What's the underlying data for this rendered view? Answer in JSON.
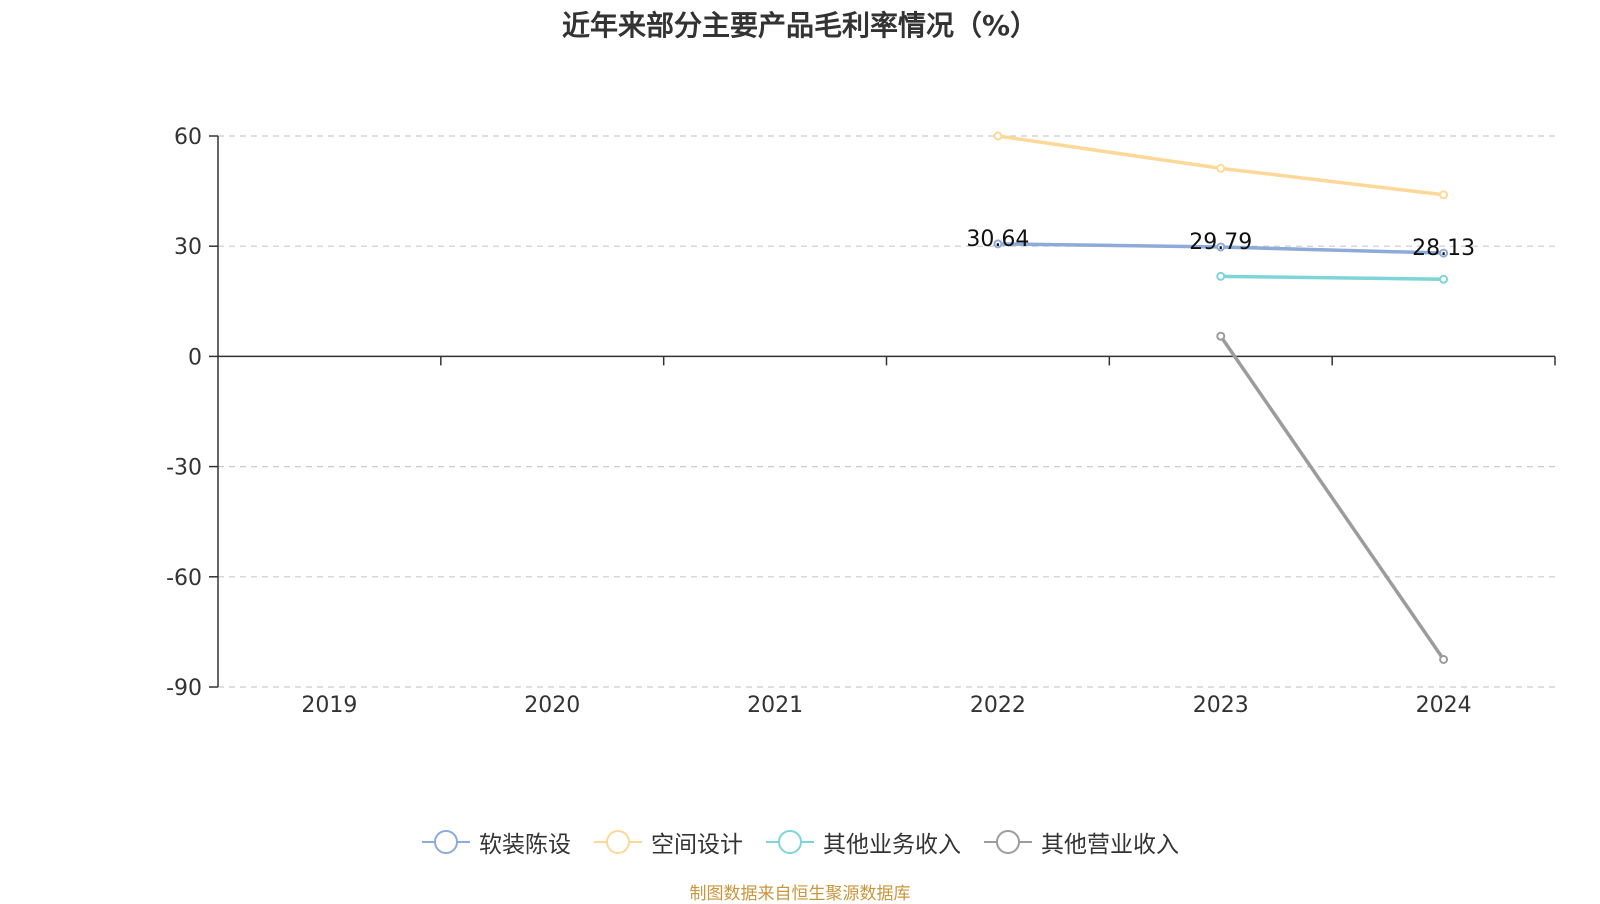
{
  "chart_data": {
    "type": "line",
    "title": "近年来部分主要产品毛利率情况（%）",
    "categories": [
      "2019",
      "2020",
      "2021",
      "2022",
      "2023",
      "2024"
    ],
    "ylim": [
      -90,
      60
    ],
    "yticks": [
      60,
      30,
      0,
      -30,
      -60,
      -90
    ],
    "grid": true,
    "legend_position": "bottom",
    "series": [
      {
        "name": "软装陈设",
        "color": "#8eaad8",
        "values": [
          null,
          null,
          null,
          30.64,
          29.79,
          28.13
        ],
        "labels": [
          "",
          "",
          "",
          "30.64",
          "29.79",
          "28.13"
        ]
      },
      {
        "name": "空间设计",
        "color": "#fdd898",
        "values": [
          null,
          null,
          null,
          60.0,
          51.2,
          44.0
        ],
        "labels": [
          "",
          "",
          "",
          "",
          "",
          ""
        ]
      },
      {
        "name": "其他业务收入",
        "color": "#7fd4d8",
        "values": [
          null,
          null,
          null,
          null,
          21.8,
          21.0
        ],
        "labels": [
          "",
          "",
          "",
          "",
          "",
          ""
        ]
      },
      {
        "name": "其他营业收入",
        "color": "#9c9c9c",
        "values": [
          null,
          null,
          null,
          null,
          5.5,
          -82.5
        ],
        "labels": [
          "",
          "",
          "",
          "",
          "",
          ""
        ]
      }
    ]
  },
  "source": {
    "text": "制图数据来自恒生聚源数据库",
    "color": "#c8963c"
  }
}
